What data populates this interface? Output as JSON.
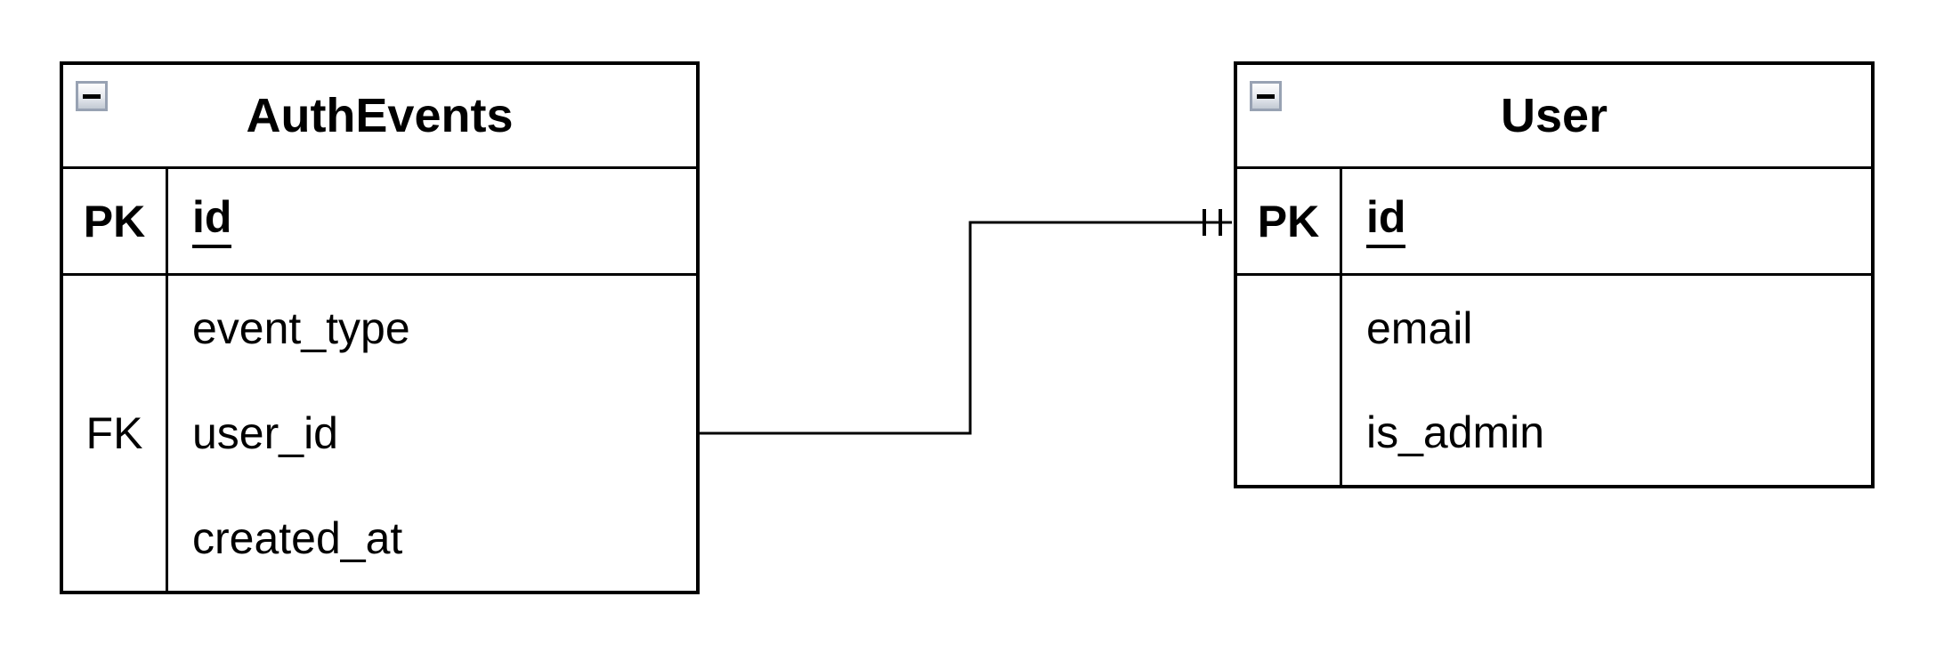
{
  "canvas": {
    "background_color": "#ffffff",
    "line_color": "#000000"
  },
  "tables": [
    {
      "title": "AuthEvents",
      "collapse_button": "minus",
      "rows": [
        {
          "key": "PK",
          "field": "id",
          "primary": true
        },
        {
          "key": "",
          "field": "event_type"
        },
        {
          "key": "FK",
          "field": "user_id"
        },
        {
          "key": "",
          "field": "created_at"
        }
      ]
    },
    {
      "title": "User",
      "collapse_button": "minus",
      "rows": [
        {
          "key": "PK",
          "field": "id",
          "primary": true
        },
        {
          "key": "",
          "field": "email"
        },
        {
          "key": "",
          "field": "is_admin"
        }
      ]
    }
  ],
  "relationship": {
    "from_table": "AuthEvents",
    "from_field": "user_id",
    "to_table": "User",
    "to_field": "id",
    "target_cardinality": "one"
  }
}
